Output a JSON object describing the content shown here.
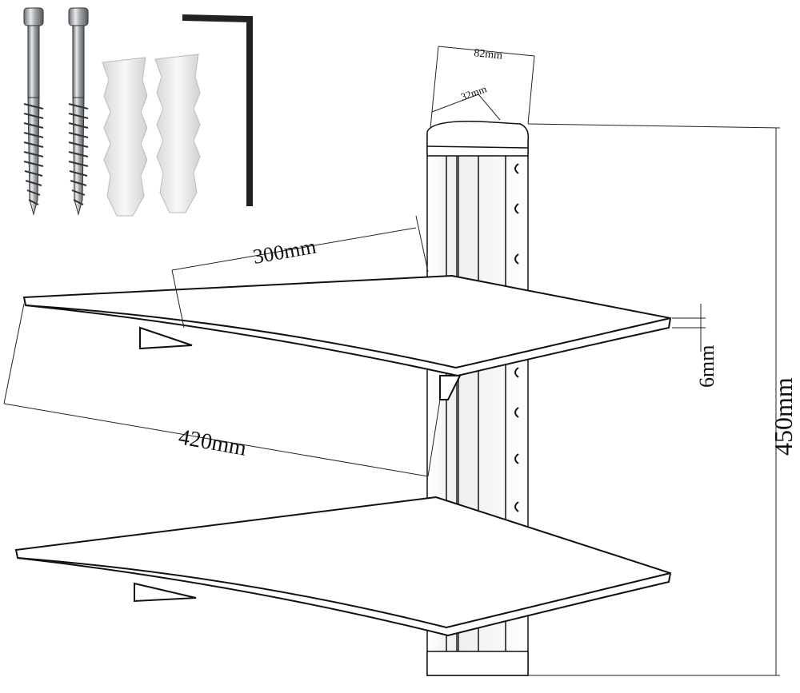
{
  "dimensions": {
    "column_width": "82mm",
    "column_depth": "32mm",
    "shelf_depth": "300mm",
    "shelf_width": "420mm",
    "shelf_thickness": "6mm",
    "total_height": "450mm"
  },
  "colors": {
    "line": "#111111",
    "metal": "#b8bcc0",
    "anchor": "#eceeee"
  }
}
